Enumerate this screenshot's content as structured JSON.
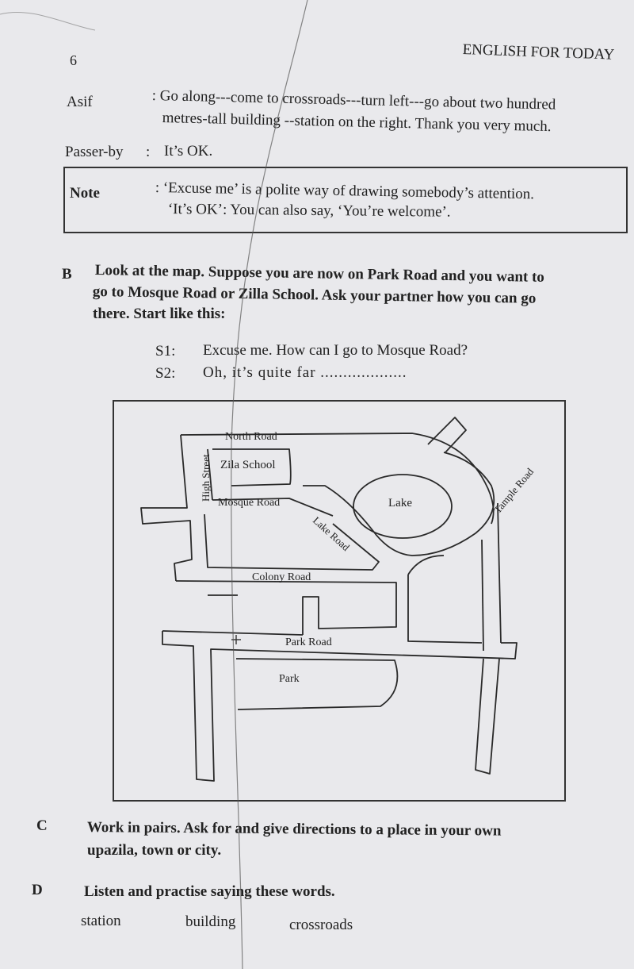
{
  "header": {
    "page_number": "6",
    "book_title": "ENGLISH FOR TODAY"
  },
  "dialogue": {
    "asif_speaker": "Asif",
    "asif_line1": ": Go along---come to crossroads---turn left---go about two hundred",
    "asif_line2": "metres-tall building --station on the right. Thank you very much.",
    "passerby_speaker": "Passer-by",
    "passerby_colon": ":",
    "passerby_line": "It’s OK."
  },
  "note": {
    "label": "Note",
    "line1": ": ‘Excuse me’ is a polite way of drawing somebody’s attention.",
    "line2": "‘It’s OK’: You can also say, ‘You’re welcome’."
  },
  "section_b": {
    "letter": "B",
    "line1": "Look at the map. Suppose you are now on Park Road and you want to",
    "line2": "go to Mosque Road or Zilla School. Ask your partner how you can go",
    "line3": "there. Start like this:",
    "s1_label": "S1:",
    "s1_text": "Excuse me. How can I go to Mosque Road?",
    "s2_label": "S2:",
    "s2_text": "Oh, it’s quite far ..................."
  },
  "map": {
    "north_road": "North Road",
    "high_street": "High Street",
    "zila_school": "Zila School",
    "mosque_road": "Mosque Road",
    "lake": "Lake",
    "lake_road": "Lake Road",
    "temple_road": "Tample Road",
    "colony_road": "Colony Road",
    "park_road": "Park Road",
    "park": "Park"
  },
  "section_c": {
    "letter": "C",
    "line1": "Work in pairs. Ask for and give directions to a place in your own",
    "line2": "upazila, town or city."
  },
  "section_d": {
    "letter": "D",
    "line1": "Listen and practise saying these words.",
    "words": [
      "station",
      "building",
      "crossroads"
    ]
  }
}
